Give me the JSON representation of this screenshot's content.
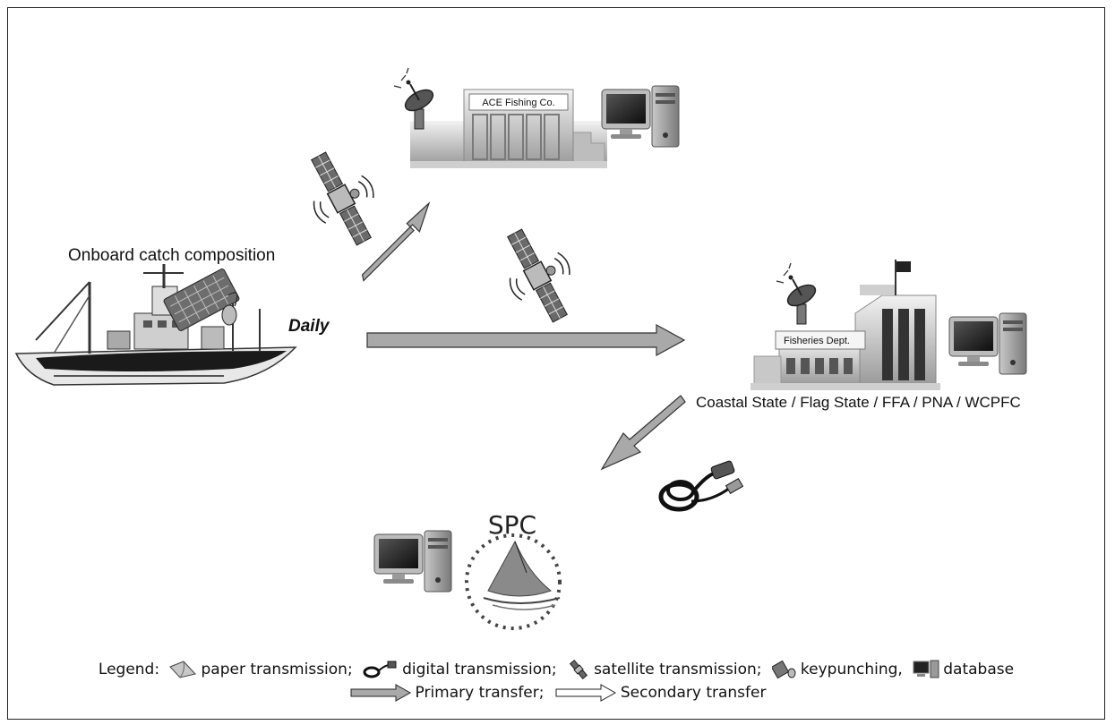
{
  "nodes": {
    "vessel": {
      "label": "Onboard catch composition"
    },
    "company": {
      "sign": "ACE Fishing Co."
    },
    "fisheries": {
      "sign": "Fisheries Dept.",
      "label": "Coastal State / Flag State / FFA / PNA / WCPFC"
    },
    "spc": {
      "logo_text": "SPC"
    }
  },
  "edges": {
    "vessel_to_fisheries": {
      "label": "Daily"
    }
  },
  "legend": {
    "prefix": "Legend:",
    "paper": "paper transmission;",
    "digital": "digital transmission;",
    "satellite": "satellite transmission;",
    "keypunching": "keypunching,",
    "database": "database",
    "primary": "Primary transfer;",
    "secondary": "Secondary transfer"
  }
}
